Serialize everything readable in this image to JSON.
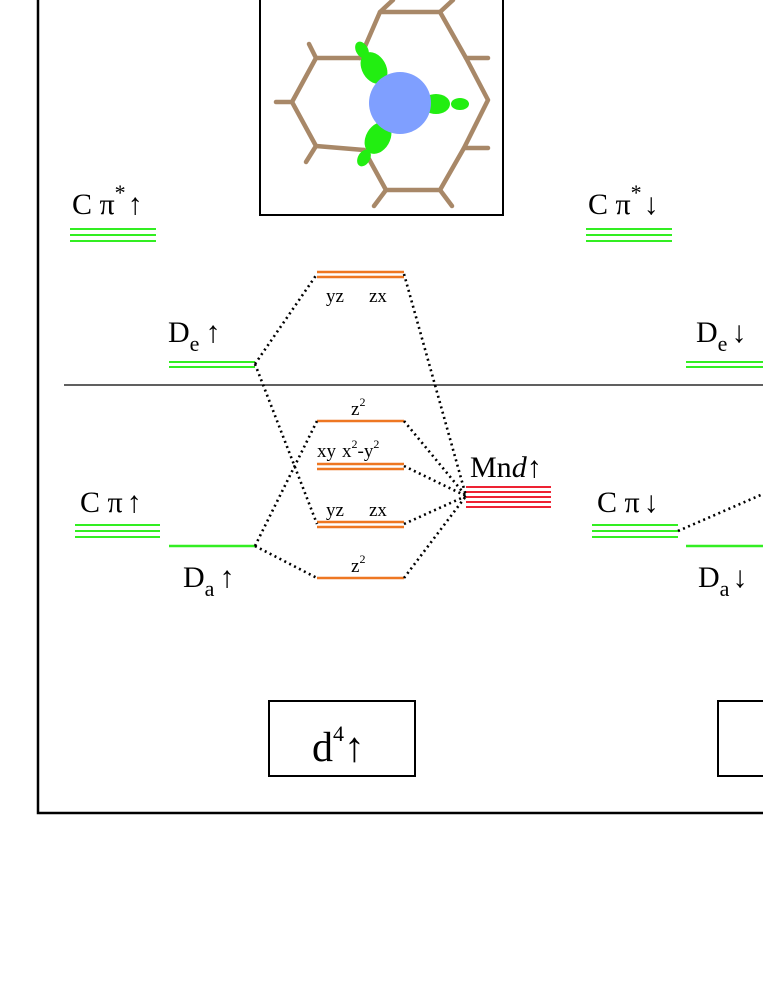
{
  "colors": {
    "frame": "#000000",
    "green_level": "#33ee22",
    "orange_level": "#ee7722",
    "red_level": "#ee2233",
    "lattice": "#a88868",
    "mn_atom": "#7f9fff",
    "orbital_lobe": "#22ee11"
  },
  "left": {
    "c_pi_star": {
      "base": "C π",
      "sup": "*",
      "arrow": "↑"
    },
    "d_e": {
      "base": "D",
      "sub": "e",
      "arrow": "↑"
    },
    "c_pi": {
      "base": "C π",
      "arrow": "↑"
    },
    "d_a": {
      "base": "D",
      "sub": "a",
      "arrow": "↑"
    },
    "mn_d": {
      "base": "Mn",
      "italic": "d",
      "arrow": "↑"
    },
    "orbitals": {
      "upper_pair": [
        "yz",
        "zx"
      ],
      "z2_top": {
        "base": "z",
        "sup": "2"
      },
      "xy_x2y2": {
        "xy": "xy",
        "x": "x",
        "sup1": "2",
        "dash": "-y",
        "sup2": "2"
      },
      "mid_pair": [
        "yz",
        "zx"
      ],
      "z2_bottom": {
        "base": "z",
        "sup": "2"
      }
    },
    "box": {
      "base": "d",
      "sup": "4",
      "arrow": "↑"
    }
  },
  "right": {
    "c_pi_star": {
      "base": "C π",
      "sup": "*",
      "arrow": "↓"
    },
    "d_e": {
      "base": "D",
      "sub": "e",
      "arrow": "↓"
    },
    "c_pi": {
      "base": "C π",
      "arrow": "↓"
    },
    "d_a": {
      "base": "D",
      "sub": "a",
      "arrow": "↓"
    }
  }
}
